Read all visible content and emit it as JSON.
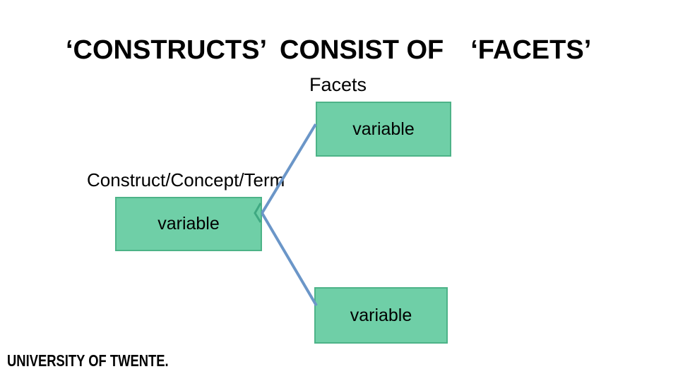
{
  "slide": {
    "title": {
      "parts": [
        "‘CONSTRUCTS’",
        "CONSIST OF",
        "‘FACETS’"
      ]
    },
    "diagram": {
      "facets_label": "Facets",
      "construct_label": "Construct/Concept/Term",
      "boxes": [
        {
          "name": "facet-variable-top",
          "label": "variable"
        },
        {
          "name": "construct-variable",
          "label": "variable"
        },
        {
          "name": "facet-variable-bottom",
          "label": "variable"
        }
      ]
    },
    "footer": {
      "logo_text": "UNIVERSITY OF TWENTE."
    },
    "colors": {
      "box_fill": "#6FCFA7",
      "box_border": "#4DB388",
      "connector_blue": "#6B96C8",
      "chevron_green": "#3FA982",
      "text": "#000000",
      "background": "#FFFFFF"
    }
  }
}
